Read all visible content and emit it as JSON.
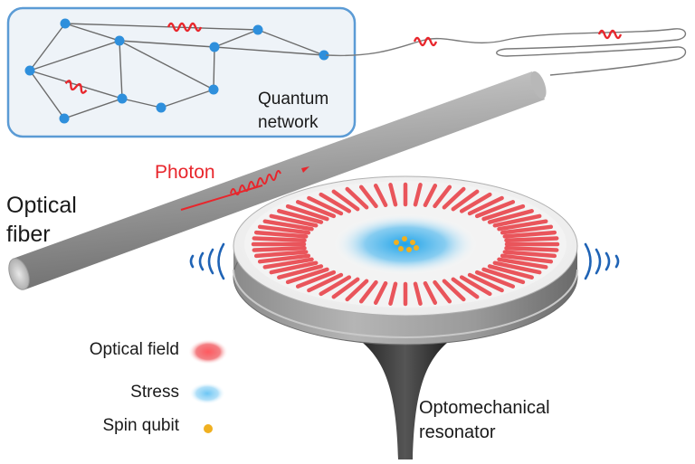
{
  "labels": {
    "network_line1": "Quantum",
    "network_line2": "network",
    "photon": "Photon",
    "fiber_line1": "Optical",
    "fiber_line2": "fiber",
    "resonator_line1": "Optomechanical",
    "resonator_line2": "resonator"
  },
  "legend": {
    "optical_field": "Optical field",
    "stress": "Stress",
    "spin_qubit": "Spin qubit"
  },
  "colors": {
    "network_node": "#2e8fdc",
    "network_box_border": "#5b9bd5",
    "network_box_fill": "#eef3f8",
    "photon_wave": "#e8262c",
    "optical_field": "#e8333a",
    "stress": "#2aa3e6",
    "spin_qubit": "#f0b020",
    "fiber": "#9c9c9c",
    "vibration_arcs": "#1f63b5"
  },
  "icons": {
    "photon": "sine-wave-arrow-icon",
    "network_photon": "wiggle-wave-icon",
    "vibration": "sound-arc-icon"
  }
}
